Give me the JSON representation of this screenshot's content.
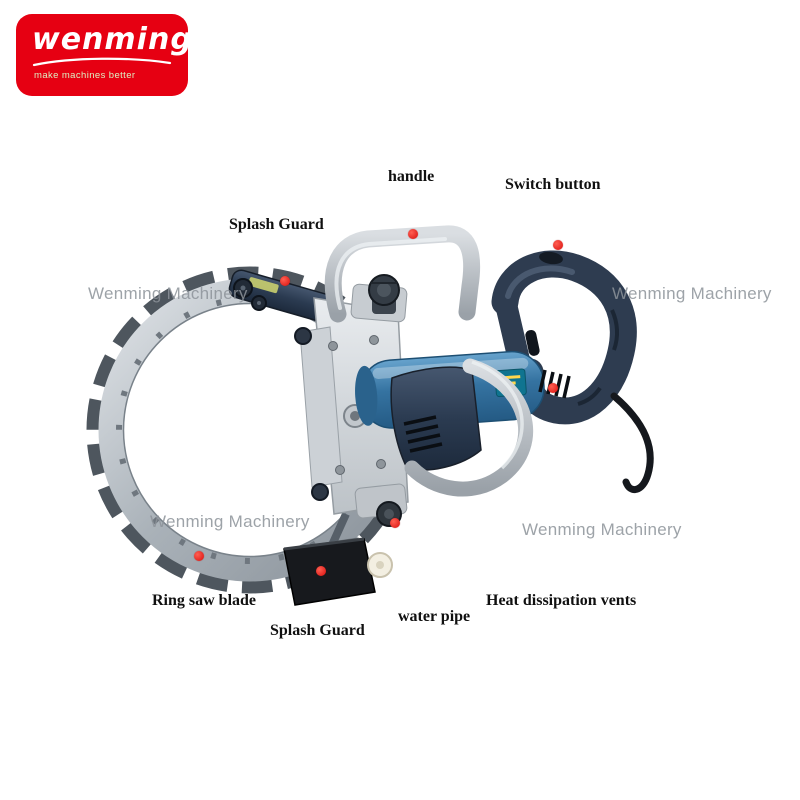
{
  "logo": {
    "brand": "wenming",
    "tagline": "make machines better",
    "background_color": "#e60012"
  },
  "watermark": {
    "text": "Wenming Machinery",
    "color": "#8d939a"
  },
  "annotations": {
    "handle": "handle",
    "switch_button": "Switch button",
    "splash_guard_top": "Splash Guard",
    "ring_saw_blade": "Ring saw blade",
    "splash_guard_bottom": "Splash Guard",
    "water_pipe": "water pipe",
    "heat_dissipation_vents": "Heat dissipation vents"
  },
  "colors": {
    "marker_red": "#e01210",
    "motor_blue": "#3b7fae",
    "handle_navy": "#2e3c50",
    "blade_silver": "#b7bec5",
    "tube_gray": "#b9bfc5"
  }
}
